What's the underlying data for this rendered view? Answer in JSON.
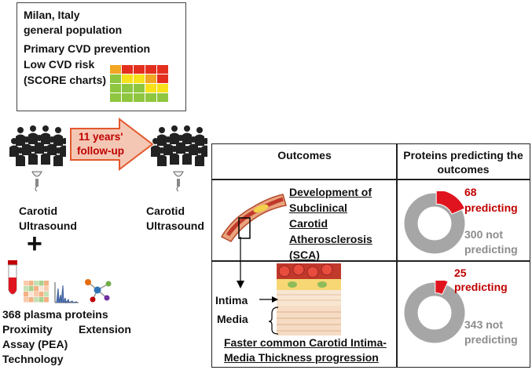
{
  "study": {
    "location": "Milan, Italy",
    "population": "general population",
    "prevention": "Primary CVD prevention",
    "risk": "Low CVD risk",
    "score": "(SCORE charts)",
    "score_grid": [
      [
        "#f2a623",
        "#e42f1f",
        "#e42f1f",
        "#e42f1f",
        "#e42f1f"
      ],
      [
        "#8fc63f",
        "#f7e11a",
        "#f7e11a",
        "#f2a623",
        "#e42f1f"
      ],
      [
        "#8fc63f",
        "#8fc63f",
        "#8fc63f",
        "#f7e11a",
        "#f7e11a"
      ],
      [
        "#8fc63f",
        "#8fc63f",
        "#8fc63f",
        "#8fc63f",
        "#8fc63f"
      ]
    ]
  },
  "timeline": {
    "followup_line1": "11 years'",
    "followup_line2": "follow-up",
    "baseline_l1": "Carotid",
    "baseline_l2": "Ultrasound",
    "followup_us_l1": "Carotid",
    "followup_us_l2": "Ultrasound",
    "plus": "+"
  },
  "proteins": {
    "line1": "368 plasma proteins",
    "line2a": "Proximity",
    "line2b": "Extension",
    "line3": "Assay (PEA)",
    "line4": "Technology"
  },
  "table": {
    "col1_header": "Outcomes",
    "col2_header_l1": "Proteins predicting the",
    "col2_header_l2": "outcomes",
    "row1": {
      "title": [
        "Development of",
        "Subclinical",
        "Carotid",
        "Atherosclerosis",
        "(SCA)"
      ],
      "predicting_count": "68",
      "predicting_label": "predicting",
      "not_count": "300 not",
      "not_label": "predicting",
      "predicting_value": 68,
      "total": 368
    },
    "row2": {
      "intima": "Intima",
      "media": "Media",
      "title_l1": "Faster common Carotid Intima-",
      "title_l2": "Media Thickness progression",
      "predicting_count": "25",
      "predicting_label": "predicting",
      "not_count": "343 not",
      "not_label": "predicting",
      "predicting_value": 25,
      "total": 368
    }
  },
  "colors": {
    "predicting": "#e0141e",
    "not_predicting": "#a6a6a6",
    "arrow_fill": "#f4c7b4",
    "arrow_border": "#e2582d",
    "arrow_text": "#c00000"
  }
}
